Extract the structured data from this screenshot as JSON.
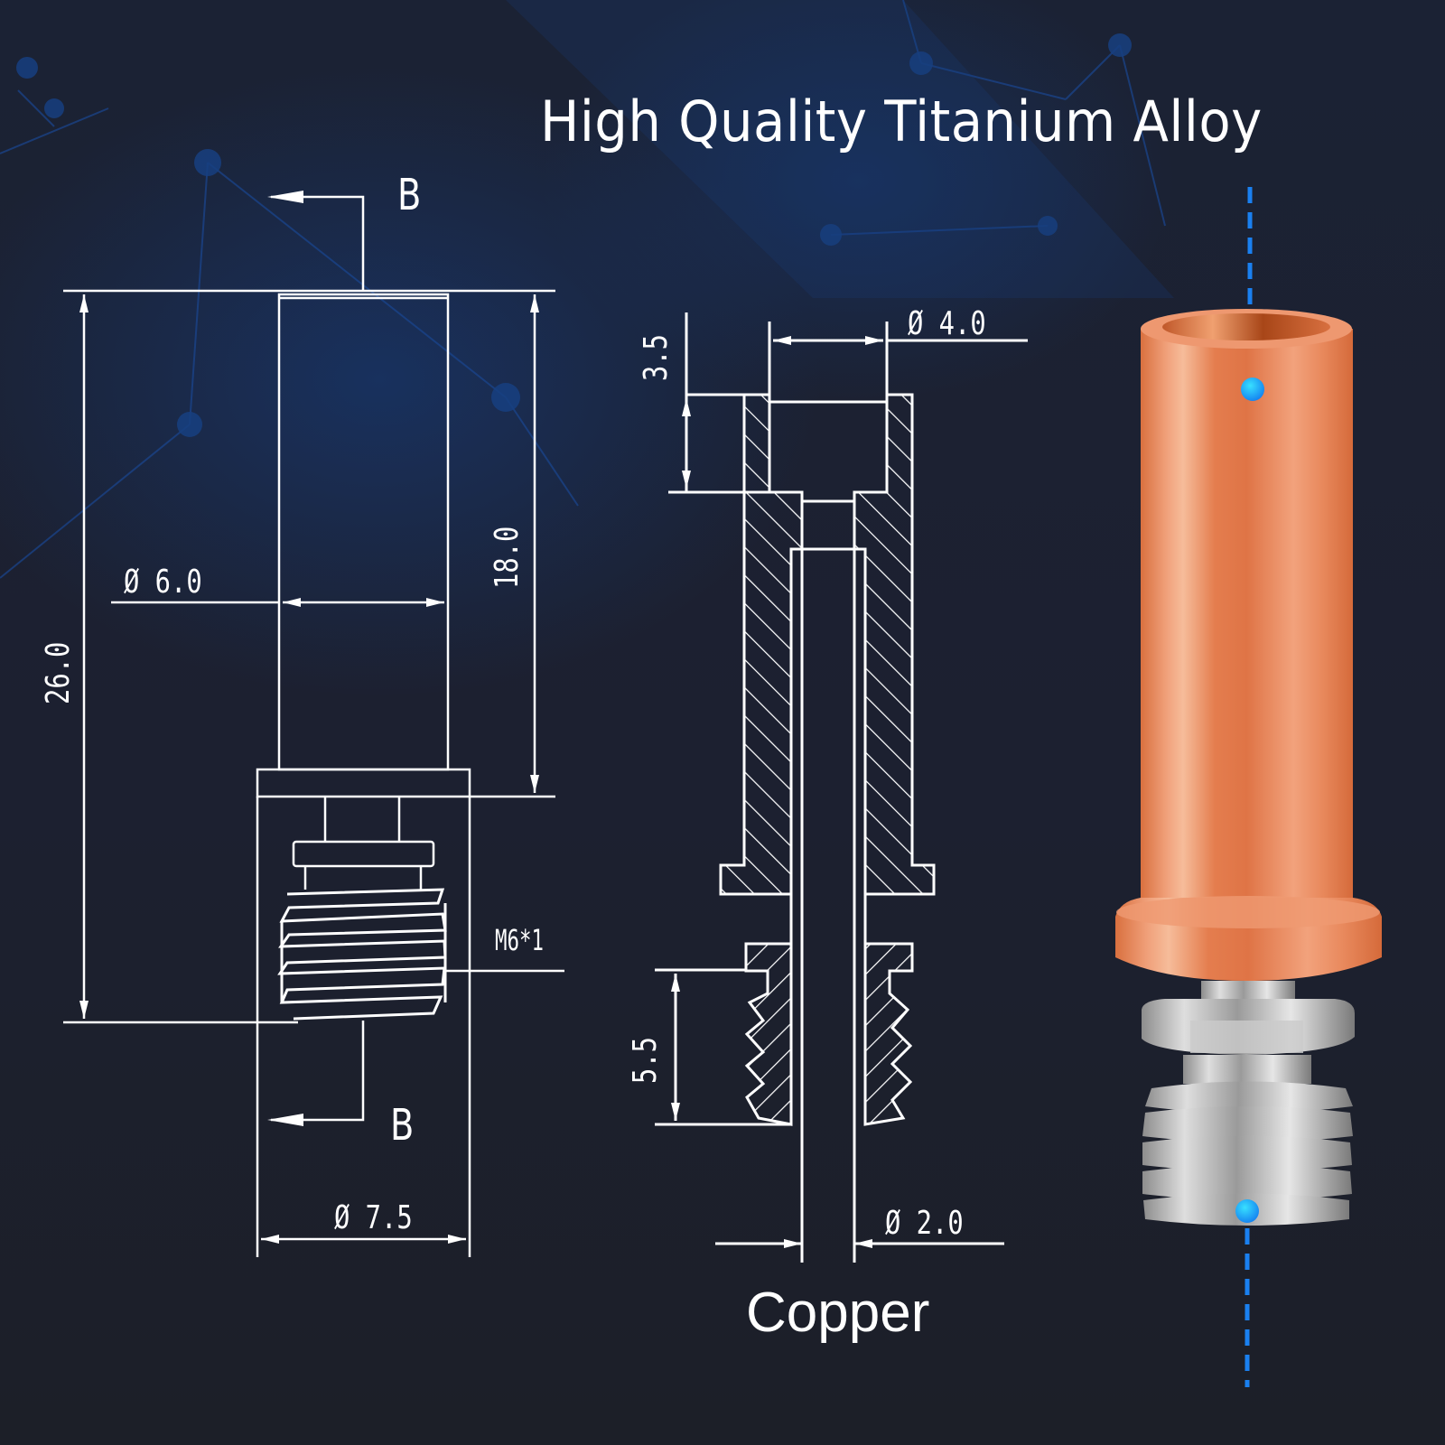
{
  "heading": {
    "title": "High Quality Titanium Alloy",
    "bottom_label": "Copper"
  },
  "colors": {
    "background": "#1c1f2a",
    "network_blue": "#163e82",
    "drawing_lines": "#ffffff",
    "leader_dash_start": "#1ad2f0",
    "leader_dash_end": "#1a80f0",
    "copper": "#e8875a",
    "steel": "#b8b8b8"
  },
  "left_view": {
    "section_top": "B",
    "section_bottom": "B",
    "dims": {
      "overall_length": "26.0",
      "upper_length": "18.0",
      "body_diameter": "Ø 6.0",
      "flange_diameter": "Ø 7.5",
      "thread": "M6*1"
    }
  },
  "section_view": {
    "dims": {
      "counterbore_depth": "3.5",
      "counterbore_diameter": "Ø 4.0",
      "thread_length": "5.5",
      "bore_diameter": "Ø 2.0"
    }
  },
  "callouts": [
    {
      "label": "High Quality Titanium Alloy",
      "target": "upper tube"
    },
    {
      "label": "Copper",
      "target": "threaded end"
    }
  ]
}
